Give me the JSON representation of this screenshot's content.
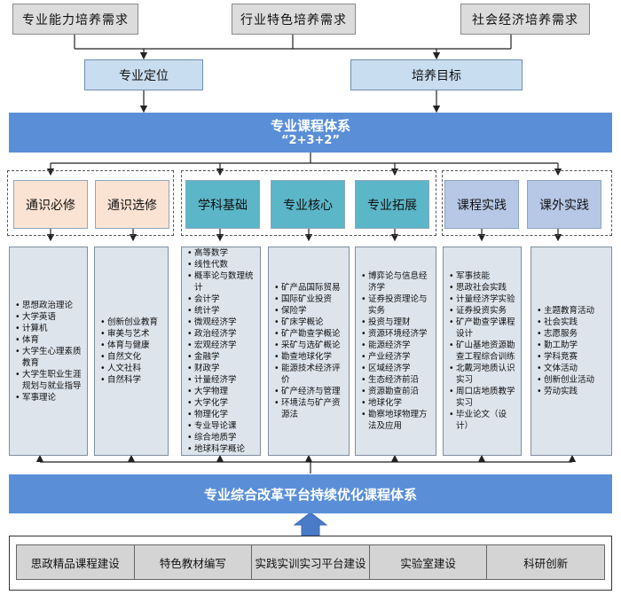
{
  "top_needs": [
    "专业能力培养需求",
    "行业特色培养需求",
    "社会经济培养需求"
  ],
  "positioning": {
    "left": "专业定位",
    "right": "培养目标"
  },
  "system_banner": {
    "title": "专业课程体系",
    "subtitle": "“2+3+2”"
  },
  "categories": [
    "通识必修",
    "通识选修",
    "学科基础",
    "专业核心",
    "专业拓展",
    "课程实践",
    "课外实践"
  ],
  "course_lists": [
    [
      "思想政治理论",
      "大学英语",
      "计算机",
      "体育",
      "大学生心理素质教育",
      "大学生职业生涯规划与就业指导",
      "军事理论"
    ],
    [
      "创新创业教育",
      "审美与艺术",
      "体育与健康",
      "自然文化",
      "人文社科",
      "自然科学"
    ],
    [
      "高等数学",
      "线性代数",
      "概率论与数理统计",
      "会计学",
      "统计学",
      "微观经济学",
      "政治经济学",
      "宏观经济学",
      "金融学",
      "财政学",
      "计量经济学",
      "大学物理",
      "大学化学",
      "物理化学",
      "专业导论课",
      "综合地质学",
      "地球科学概论"
    ],
    [
      "矿产品国际贸易",
      "国际矿业投资",
      "保险学",
      "矿床学概论",
      "矿产勘查学概论",
      "采矿与选矿概论",
      "勘查地球化学",
      "能源技术经济评价",
      "矿产经济与管理",
      "环境法与矿产资源法"
    ],
    [
      "博弈论与信息经济学",
      "证券投资理论与实务",
      "投资与理财",
      "资源环境经济学",
      "能源经济学",
      "产业经济学",
      "区域经济学",
      "生态经济前沿",
      "资源勘查前沿",
      "地球化学",
      "勘察地球物理方法及应用"
    ],
    [
      "军事技能",
      "思政社会实践",
      "计量经济学实验",
      "证券投资实务",
      "矿产勘查学课程设计",
      "矿山基地资源勘查工程综合训练",
      "北戴河地质认识实习",
      "周口店地质教学实习",
      "毕业论文（设计）"
    ],
    [
      "主题教育活动",
      "社会实践",
      "志愿服务",
      "勤工助学",
      "学科竞赛",
      "文体活动",
      "创新创业活动",
      "劳动实践"
    ]
  ],
  "platform_banner": "专业综合改革平台持续优化课程体系",
  "foundation": [
    "思政精品课程建设",
    "特色教材编写",
    "实践实训实习平台建设",
    "实验室建设",
    "科研创新"
  ],
  "colors": {
    "banner_blue": "#5a8fd8",
    "top_gray": "#dcdcdc",
    "light_blue": "#c9ddf0",
    "peach": "#fbe3d3",
    "teal": "#5bb6c8",
    "lavender": "#b7c8e7",
    "list_bg": "#dde4ec"
  }
}
